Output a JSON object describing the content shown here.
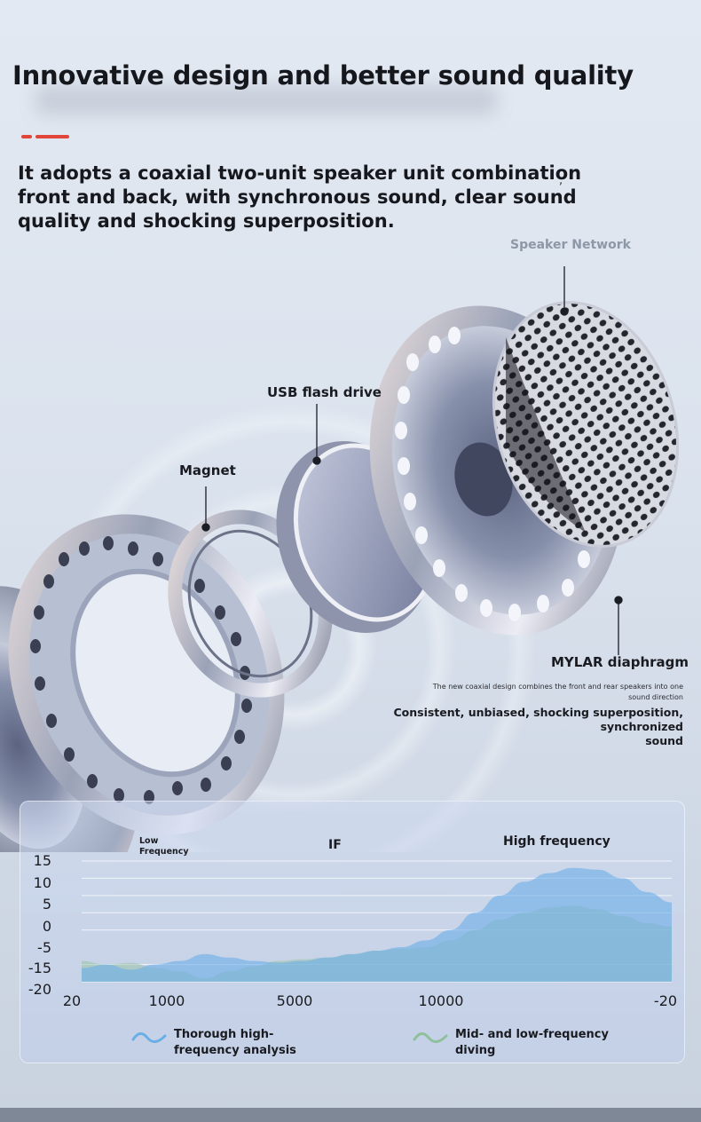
{
  "headline": "Innovative design and better sound quality",
  "intro": {
    "line1": "It adopts a coaxial two-unit speaker unit combination",
    "line2": "front and back, with synchronous sound, clear sound",
    "line3": "quality and shocking superposition.",
    "comma": ","
  },
  "parts": {
    "speaker_network": "Speaker Network",
    "usb": "USB flash drive",
    "magnet": "Magnet",
    "mylar": "MYLAR diaphragm"
  },
  "notes": {
    "small_line1": "The new coaxial design combines the front and rear speakers into one",
    "small_line2": "sound direction",
    "big_line1": "Consistent, unbiased, shocking superposition, synchronized",
    "big_line2": "sound"
  },
  "colors": {
    "accent": "#e2463b",
    "high_series": "#6aaee8",
    "mid_series": "#8fbf9c"
  },
  "chart_data": {
    "type": "area",
    "band_labels": {
      "low": "Low\nFrequency",
      "low_line1": "Low",
      "low_line2": "Frequency",
      "mid": "IF",
      "high": "High frequency"
    },
    "y_ticks": [
      "15",
      "10",
      "5",
      "0",
      "-5",
      "-15",
      "-20"
    ],
    "x_ticks": [
      "20",
      "1000",
      "5000",
      "10000",
      "-20"
    ],
    "ylim": [
      -20,
      15
    ],
    "series": [
      {
        "name": "Thorough high-frequency analysis",
        "color": "#6aaee8",
        "values": [
          -16,
          -15,
          -16.5,
          -15,
          -14,
          -12,
          -13,
          -14,
          -14.5,
          -14,
          -13,
          -12,
          -11,
          -10,
          -8,
          -5,
          0,
          5,
          9,
          11.5,
          13,
          12.5,
          10,
          6,
          3
        ]
      },
      {
        "name": "Mid- and low-frequency diving",
        "color": "#8fbf9c",
        "values": [
          -14,
          -15,
          -14.5,
          -16,
          -17,
          -19,
          -17,
          -15.5,
          -14,
          -13.5,
          -13,
          -12,
          -11,
          -10.5,
          -10,
          -8,
          -5,
          -2,
          0,
          1.5,
          2,
          1,
          -1,
          -3,
          -4
        ]
      }
    ]
  },
  "legend": {
    "high_line1": "Thorough high-",
    "high_line2": "frequency analysis",
    "mid_line1": "Mid- and low-frequency",
    "mid_line2": "diving"
  }
}
